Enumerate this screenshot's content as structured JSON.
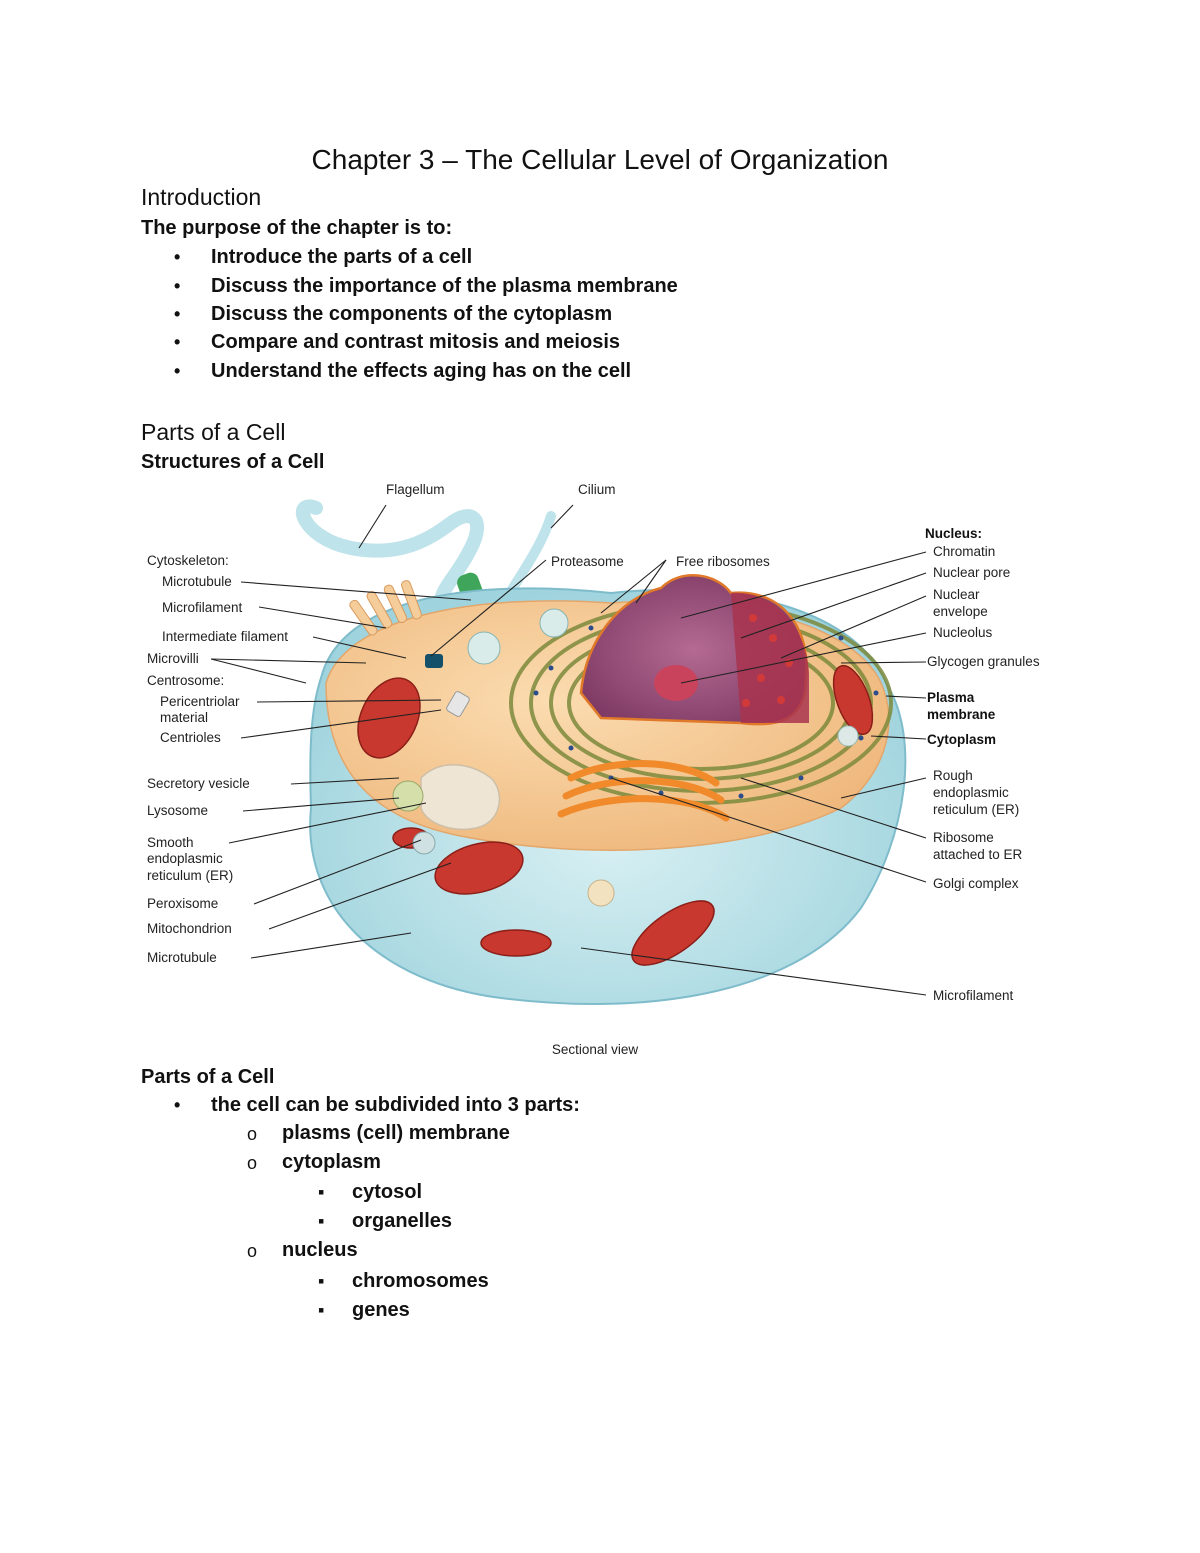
{
  "doc": {
    "title": "Chapter 3 – The Cellular Level of Organization",
    "intro_heading": "Introduction",
    "intro_lead": "The purpose of the chapter is to:",
    "intro_bullets": [
      "Introduce the parts of a cell",
      "Discuss the importance of the plasma membrane",
      "Discuss the components of the cytoplasm",
      "Compare and contrast mitosis and meiosis",
      "Understand the effects aging has on the cell"
    ],
    "parts_heading": "Parts of a Cell",
    "structures_heading": "Structures of a Cell",
    "parts_subheading": "Parts of a Cell",
    "parts_bullet": "the cell can be subdivided into 3 parts:",
    "parts_level2": [
      "plasms (cell) membrane",
      "cytoplasm",
      "nucleus"
    ],
    "cytoplasm_items": [
      "cytosol",
      "organelles"
    ],
    "nucleus_items": [
      "chromosomes",
      "genes"
    ],
    "bullet_symbols": {
      "level1": "•",
      "level2": "o",
      "level3": "▪"
    }
  },
  "figure": {
    "caption": "Sectional view",
    "labels": {
      "flagellum": "Flagellum",
      "cilium": "Cilium",
      "proteasome": "Proteasome",
      "free_ribosomes": "Free ribosomes",
      "cytoskeleton": "Cytoskeleton:",
      "microtubule_top": "Microtubule",
      "microfilament_top": "Microfilament",
      "intermediate_filament": "Intermediate filament",
      "microvilli": "Microvilli",
      "centrosome": "Centrosome:",
      "pericentriolar_1": "Pericentriolar",
      "pericentriolar_2": "material",
      "centrioles": "Centrioles",
      "secretory_vesicle": "Secretory vesicle",
      "lysosome": "Lysosome",
      "smooth_er_1": "Smooth",
      "smooth_er_2": "endoplasmic",
      "smooth_er_3": "reticulum (ER)",
      "peroxisome": "Peroxisome",
      "mitochondrion": "Mitochondrion",
      "microtubule_bottom": "Microtubule",
      "nucleus": "Nucleus:",
      "chromatin": "Chromatin",
      "nuclear_pore": "Nuclear pore",
      "nuclear_env_1": "Nuclear",
      "nuclear_env_2": "envelope",
      "nucleolus": "Nucleolus",
      "glycogen": "Glycogen granules",
      "plasma_1": "Plasma",
      "plasma_2": "membrane",
      "cytoplasm": "Cytoplasm",
      "rough_er_1": "Rough",
      "rough_er_2": "endoplasmic",
      "rough_er_3": "reticulum (ER)",
      "ribosome_er_1": "Ribosome",
      "ribosome_er_2": "attached to ER",
      "golgi": "Golgi complex",
      "microfilament_bottom": "Microfilament"
    },
    "colors": {
      "cytoplasm": "#f3c48f",
      "outer_cell": "#bfe3ea",
      "nucleus": "#9a4f7a",
      "mitochondria": "#c8382e",
      "golgi": "#f08a2a",
      "er": "#7d8a3c",
      "smooth_er": "#efe5d5"
    }
  }
}
